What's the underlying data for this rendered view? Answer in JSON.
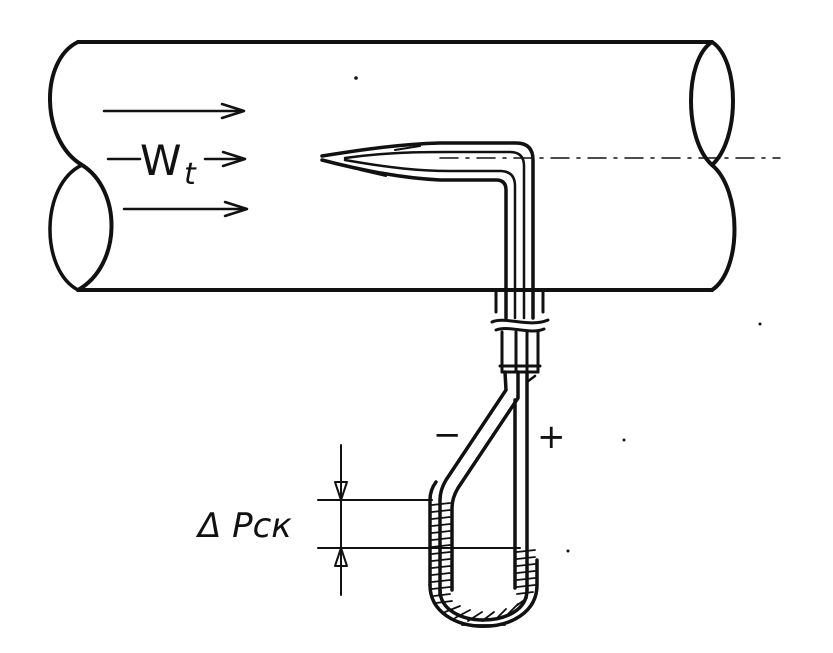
{
  "diagram": {
    "flow_label": "W",
    "flow_subscript": "t",
    "minus_sign": "−",
    "plus_sign": "+",
    "pressure_label": "Δ Pск"
  }
}
